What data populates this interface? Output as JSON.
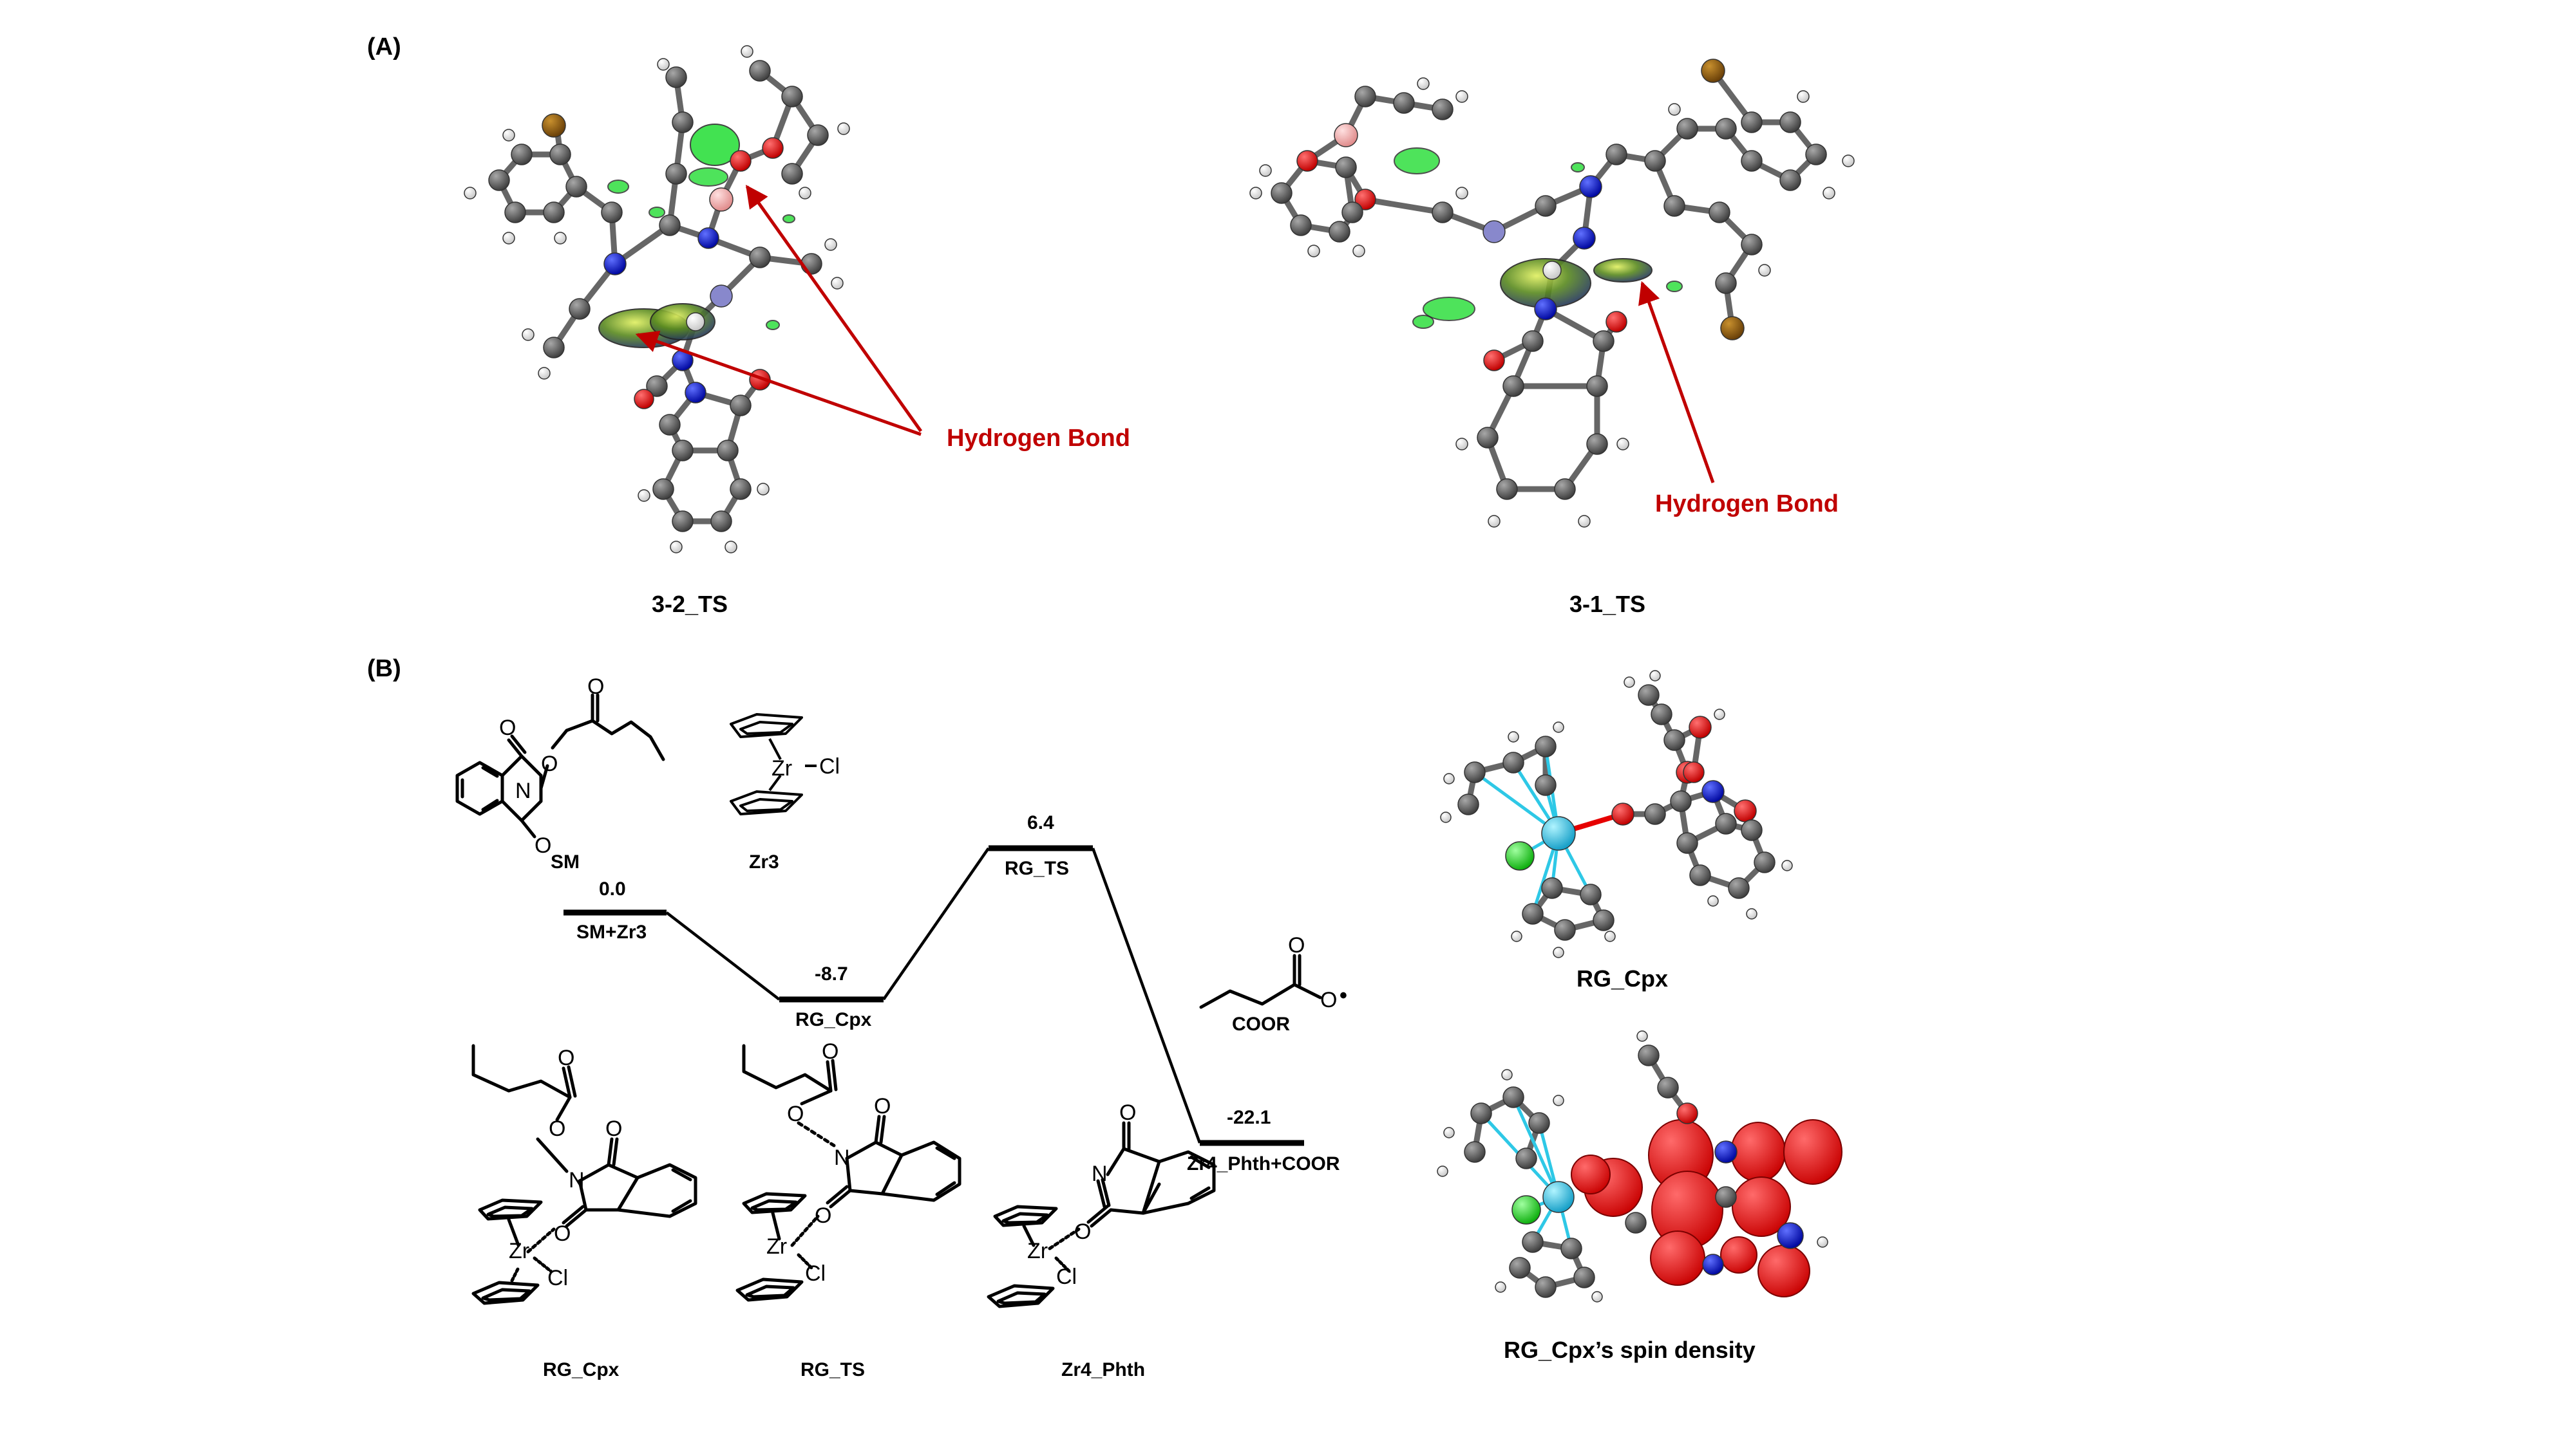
{
  "panels": {
    "a": "(A)",
    "b": "(B)"
  },
  "panel_a": {
    "left_caption": "3-2_TS",
    "right_caption": "3-1_TS",
    "annotation_left": "Hydrogen Bond",
    "annotation_right": "Hydrogen Bond",
    "annotation_color": "#c00000"
  },
  "structures": {
    "sm": "SM",
    "zr3": "Zr3",
    "coor": "COOR",
    "rg_cpx": "RG_Cpx",
    "rg_ts": "RG_TS",
    "zr4_phth": "Zr4_Phth",
    "atom_zr": "Zr",
    "atom_cl": "Cl",
    "atom_n": "N",
    "atom_o": "O"
  },
  "energy_diagram": {
    "levels": [
      {
        "id": "sm_zr3",
        "label": "SM+Zr3",
        "energy": 0.0,
        "value_text": "0.0"
      },
      {
        "id": "rg_cpx",
        "label": "RG_Cpx",
        "energy": -8.7,
        "value_text": "-8.7"
      },
      {
        "id": "rg_ts",
        "label": "RG_TS",
        "energy": 6.4,
        "value_text": "6.4"
      },
      {
        "id": "zr4_phth_coor",
        "label": "Zr4_Phth+COOR",
        "energy": -22.1,
        "value_text": "-22.1"
      }
    ]
  },
  "right_panel": {
    "model_caption": "RG_Cpx",
    "spin_caption": "RG_Cpx’s spin density"
  },
  "colors": {
    "carbon": "#5a5a5a",
    "hydrogen": "#f2f2f2",
    "oxygen": "#e60000",
    "nitrogen": "#0010d0",
    "bromine": "#8a5a14",
    "boron": "#f4b0b0",
    "zirconium": "#3ec6e6",
    "chlorine": "#33dd33",
    "spin_density": "#ee0000",
    "nci_green": "#22dd33"
  }
}
